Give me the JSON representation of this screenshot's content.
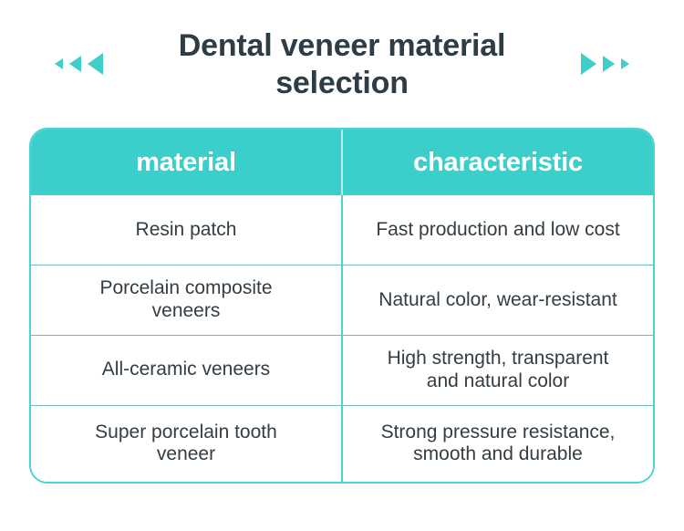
{
  "header": {
    "title": "Dental veneer material\nselection",
    "title_color": "#2d3c45",
    "accent_color": "#3acfcb",
    "left_arrows": [
      "arrow-left-small",
      "arrow-left-medium",
      "arrow-left-large"
    ],
    "right_arrows": [
      "arrow-right-large",
      "arrow-right-medium",
      "arrow-right-small"
    ]
  },
  "table": {
    "columns": [
      {
        "key": "material",
        "label": "material"
      },
      {
        "key": "characteristic",
        "label": "characteristic"
      }
    ],
    "header_bg": "#3acfcb",
    "header_text_color": "#ffffff",
    "border_color": "#4ad3d0",
    "row_divider_color": "#73b8bb",
    "body_text_color": "#333d44",
    "rows": [
      {
        "material": "Resin patch",
        "characteristic": "Fast production and low cost"
      },
      {
        "material": "Porcelain composite\nveneers",
        "characteristic": "Natural color, wear-resistant"
      },
      {
        "material": "All-ceramic veneers",
        "characteristic": "High strength, transparent\nand natural color"
      },
      {
        "material": "Super porcelain tooth\nveneer",
        "characteristic": "Strong pressure resistance,\nsmooth and durable"
      }
    ]
  }
}
